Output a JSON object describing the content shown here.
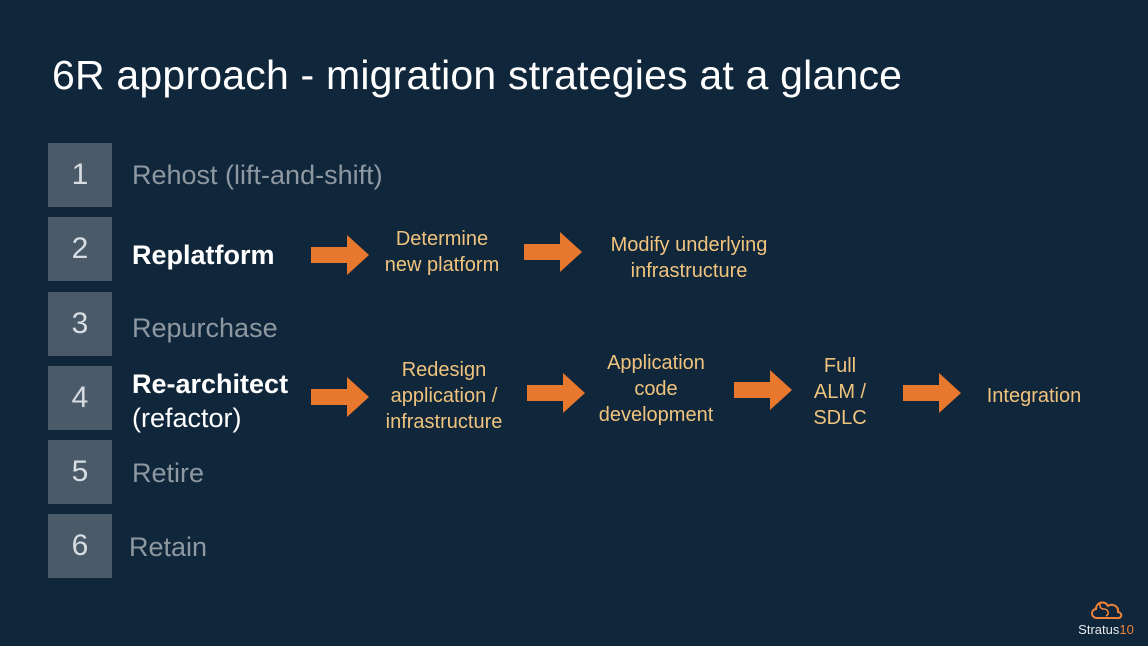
{
  "slide": {
    "title": "6R approach - migration strategies at a glance",
    "strategies": [
      {
        "number": "1",
        "label": "Rehost (lift-and-shift)"
      },
      {
        "number": "2",
        "label": "Replatform"
      },
      {
        "number": "3",
        "label": "Repurchase"
      },
      {
        "number": "4",
        "label": "Re-architect",
        "label_sub": "(refactor)"
      },
      {
        "number": "5",
        "label": "Retire"
      },
      {
        "number": "6",
        "label": "Retain"
      }
    ],
    "replatform_steps": [
      "Determine\nnew platform",
      "Modify underlying\ninfrastructure"
    ],
    "rearchitect_steps": [
      "Redesign\napplication /\ninfrastructure",
      "Application\ncode\ndevelopment",
      "Full\nALM /\nSDLC",
      "Integration"
    ]
  },
  "logo": {
    "text_main": "Stratus",
    "text_accent": "10"
  },
  "colors": {
    "background": "#10263a",
    "number_box": "#4a5a68",
    "arrow": "#e8782e",
    "step_text": "#f0c47e",
    "dim_text": "#8e98a1"
  }
}
